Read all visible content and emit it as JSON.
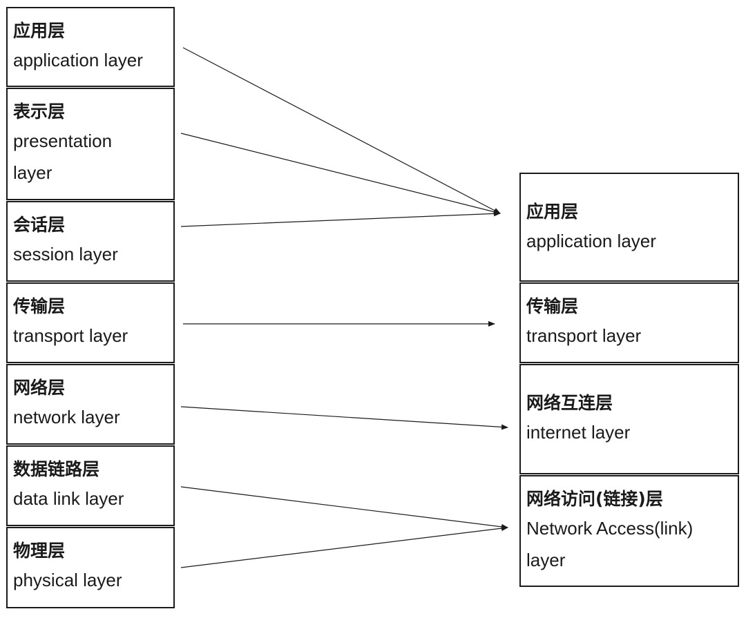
{
  "osi_layers": [
    {
      "zh": "应用层",
      "en": "application layer"
    },
    {
      "zh": "表示层",
      "en": "presentation layer"
    },
    {
      "zh": "会话层",
      "en": "session layer"
    },
    {
      "zh": "传输层",
      "en": "transport layer"
    },
    {
      "zh": "网络层",
      "en": "network layer"
    },
    {
      "zh": "数据链路层",
      "en": "data link layer"
    },
    {
      "zh": "物理层",
      "en": "physical layer"
    }
  ],
  "tcpip_layers": [
    {
      "zh": "应用层",
      "en": "application layer"
    },
    {
      "zh": "传输层",
      "en": "transport layer"
    },
    {
      "zh": "网络互连层",
      "en": "internet layer"
    },
    {
      "zh": "网络访问(链接)层",
      "en": "Network Access(link) layer"
    }
  ],
  "mappings": [
    {
      "from": 0,
      "to": 0
    },
    {
      "from": 1,
      "to": 0
    },
    {
      "from": 2,
      "to": 0
    },
    {
      "from": 3,
      "to": 1
    },
    {
      "from": 4,
      "to": 2
    },
    {
      "from": 5,
      "to": 3
    },
    {
      "from": 6,
      "to": 3
    }
  ]
}
